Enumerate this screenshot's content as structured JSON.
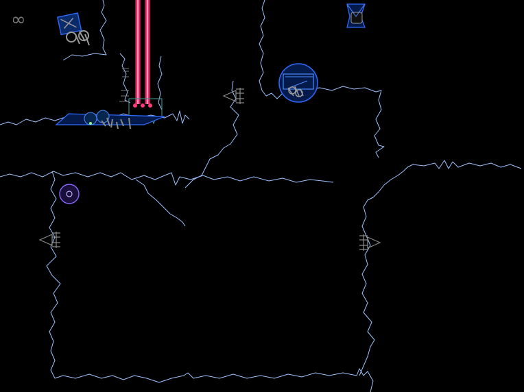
{
  "hud": {
    "lives_display": "∞",
    "lives_icon": "infinity-icon"
  },
  "colors": {
    "background": "#000000",
    "terrain_edge": "#9ec3ff",
    "laser": "#ff3a7a",
    "laser_core": "#ffd0e0",
    "player_ship": "#2f6bff",
    "enemy_gray": "#9a9a9a",
    "collectible": "#8a6bff"
  },
  "entities": {
    "player_ship": "player-ship",
    "laser_beam": "laser-beam",
    "laser_emitter": "laser-emitter",
    "rotating_turret": "rotating-turret",
    "enemy_arrow_ships": "arrow-enemy",
    "drop_pod": "drop-pod",
    "ring_orb": "ring-orb",
    "debris_cluster": "debris-cluster"
  }
}
